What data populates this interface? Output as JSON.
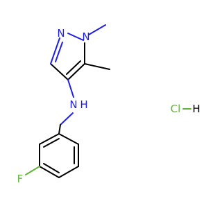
{
  "molecule": {
    "atoms": {
      "n_ring": "N",
      "n_methyl": "N",
      "n_amine": "N",
      "h_amine": "H",
      "fluorine": "F",
      "chlorine": "Cl",
      "hydrogen_hcl": "H"
    },
    "colors": {
      "nitrogen": "#1f1fe0",
      "fluorine": "#5fb536",
      "chlorine": "#5fb536",
      "carbon": "#000000"
    }
  }
}
